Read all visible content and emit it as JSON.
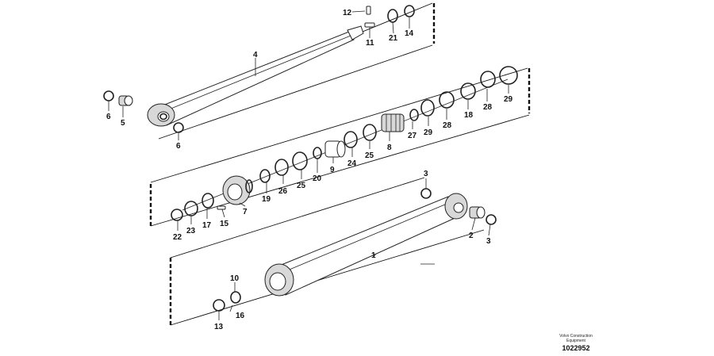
{
  "labels": {
    "p12": "12",
    "p11": "11",
    "p21": "21",
    "p14": "14",
    "p4": "4",
    "p6a": "6",
    "p5": "5",
    "p6b": "6",
    "p29a": "29",
    "p28a": "28",
    "p18": "18",
    "p28b": "28",
    "p29b": "29",
    "p27": "27",
    "p8": "8",
    "p25a": "25",
    "p24": "24",
    "p9": "9",
    "p20": "20",
    "p25b": "25",
    "p26": "26",
    "p19": "19",
    "p7": "7",
    "p15": "15",
    "p17": "17",
    "p23": "23",
    "p22": "22",
    "p3a": "3",
    "p2": "2",
    "p3b": "3",
    "p1": "1",
    "p10": "10",
    "p16": "16",
    "p13": "13"
  },
  "footer": {
    "credit_line1": "Volvo Construction",
    "credit_line2": "Equipment",
    "doc_number": "1022952"
  }
}
